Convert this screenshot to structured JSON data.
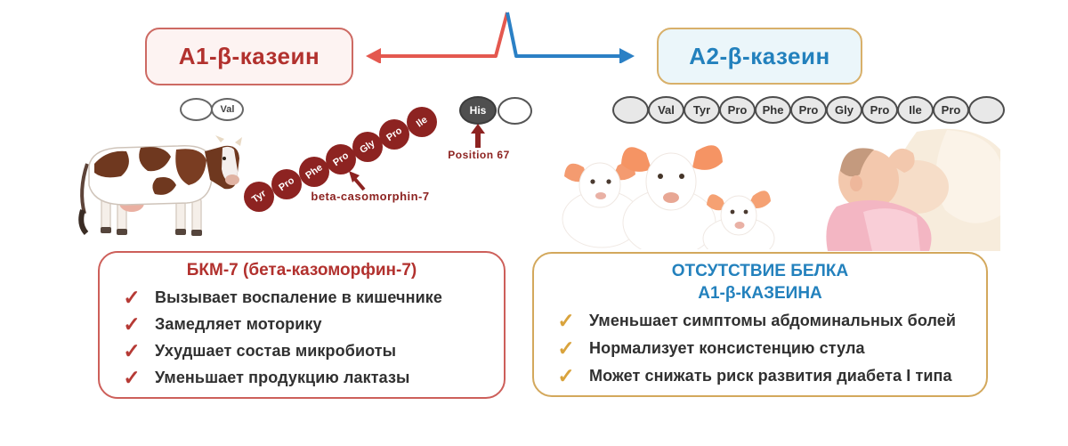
{
  "header": {
    "a1_label": "А1-β-казеин",
    "a2_label": "А2-β-казеин"
  },
  "a1_chain": {
    "lead_residues": [
      "",
      "Val"
    ],
    "bcm7_residues": [
      "Tyr",
      "Pro",
      "Phe",
      "Pro",
      "Gly",
      "Pro",
      "Ile"
    ],
    "bcm7_caption": "beta-casomorphin-7",
    "his_residue": "His",
    "trailing_residue": "",
    "position_caption": "Position 67"
  },
  "a2_chain": {
    "residues": [
      "",
      "Val",
      "Tyr",
      "Pro",
      "Phe",
      "Pro",
      "Gly",
      "Pro",
      "Ile",
      "Pro",
      ""
    ]
  },
  "a1_effects_box": {
    "title": "БКМ-7 (бета-казоморфин-7)",
    "check_glyph": "✓",
    "items": [
      "Вызывает воспаление в кишечнике",
      "Замедляет моторику",
      "Ухудшает состав микробиоты",
      "Уменьшает продукцию лактазы"
    ]
  },
  "a2_effects_box": {
    "title_line1": "ОТСУТСТВИЕ БЕЛКА",
    "title_line2": "А1-β-КАЗЕИНА",
    "check_glyph": "✓",
    "items": [
      "Уменьшает симптомы абдоминальных болей",
      "Нормализует консистенцию стула",
      "Может снижать риск развития диабета I типа"
    ]
  },
  "colors": {
    "a1_red": "#b2312e",
    "a2_blue": "#2381bd",
    "maroon_circle": "#8d2321",
    "tan_border": "#d3a85c",
    "gold_check": "#d9a33c",
    "red_check": "#b63a35",
    "arrow_red": "#e4584f",
    "arrow_blue": "#2b80c5"
  }
}
